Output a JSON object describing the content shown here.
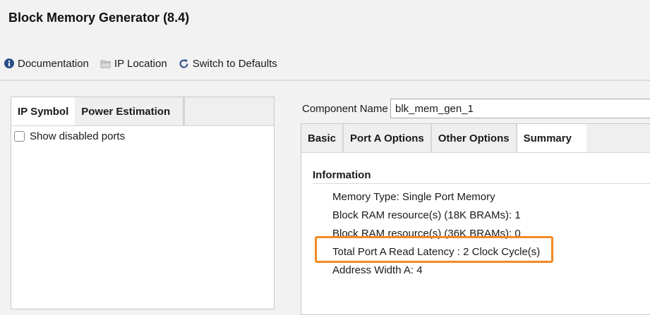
{
  "window": {
    "title": "Block Memory Generator (8.4)"
  },
  "toolbar": {
    "documentation": "Documentation",
    "ip_location": "IP Location",
    "switch_defaults": "Switch to Defaults"
  },
  "left_panel": {
    "tabs": [
      {
        "label": "IP Symbol",
        "active": true
      },
      {
        "label": "Power Estimation",
        "active": false
      }
    ],
    "show_disabled_ports": {
      "label": "Show disabled ports",
      "checked": false
    }
  },
  "component": {
    "label": "Component Name",
    "value": "blk_mem_gen_1"
  },
  "right_panel": {
    "tabs": [
      {
        "label": "Basic",
        "active": false
      },
      {
        "label": "Port A Options",
        "active": false
      },
      {
        "label": "Other Options",
        "active": false
      },
      {
        "label": "Summary",
        "active": true
      }
    ],
    "information": {
      "header": "Information",
      "lines": [
        "Memory Type: Single Port Memory",
        "Block RAM resource(s) (18K BRAMs): 1",
        "Block RAM resource(s) (36K BRAMs): 0",
        "Total Port A Read Latency : 2 Clock Cycle(s)",
        "Address Width A: 4"
      ]
    }
  },
  "colors": {
    "highlight": "#f28a24",
    "info_icon": "#2b4f8a",
    "refresh_icon": "#2b4f8a"
  },
  "icons": {
    "documentation": "info-icon",
    "ip_location": "folder-icon",
    "switch_defaults": "refresh-icon"
  }
}
